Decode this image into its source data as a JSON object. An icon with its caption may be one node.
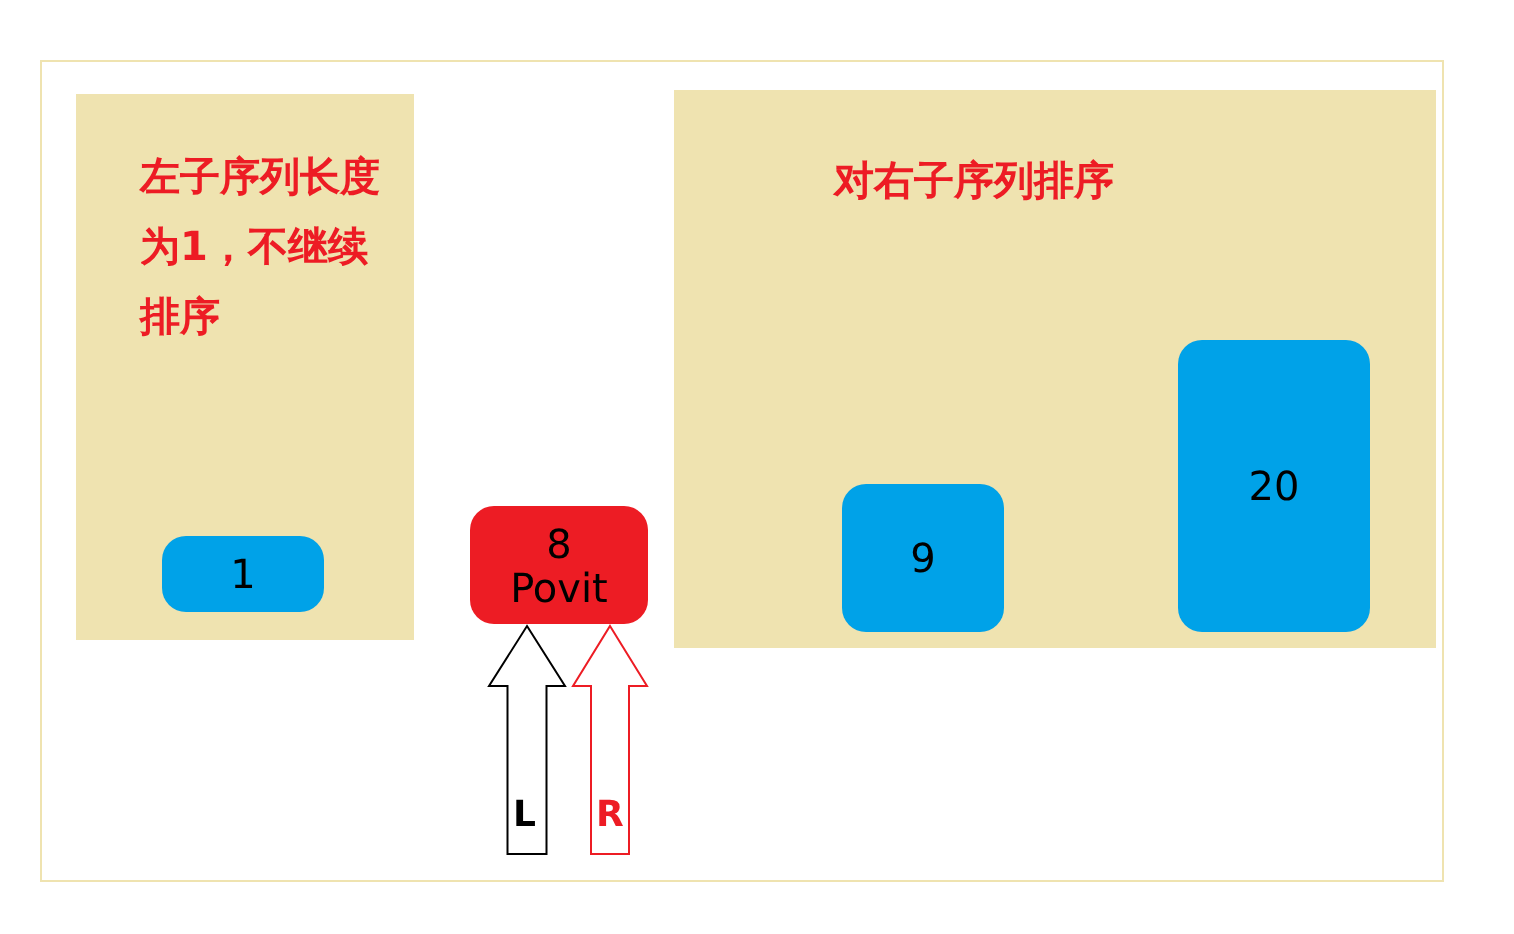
{
  "diagram": {
    "nodes": [
      {
        "text": [
          "左子序列长度为1，不继续排序"
        ]
      },
      {
        "text": [
          "1"
        ],
        "in": 0
      },
      {
        "text": [
          "8",
          "Povit"
        ]
      },
      {
        "text": [
          "对右子序列排序"
        ]
      },
      {
        "text": [
          "9"
        ],
        "in": 3
      },
      {
        "text": [
          "20"
        ],
        "in": 3
      }
    ],
    "edges": [
      {
        "from": null,
        "to": 2,
        "arrow": "to",
        "label": "L"
      },
      {
        "from": null,
        "to": 2,
        "arrow": "to",
        "label": "R",
        "color": "#ed1c24"
      }
    ]
  }
}
